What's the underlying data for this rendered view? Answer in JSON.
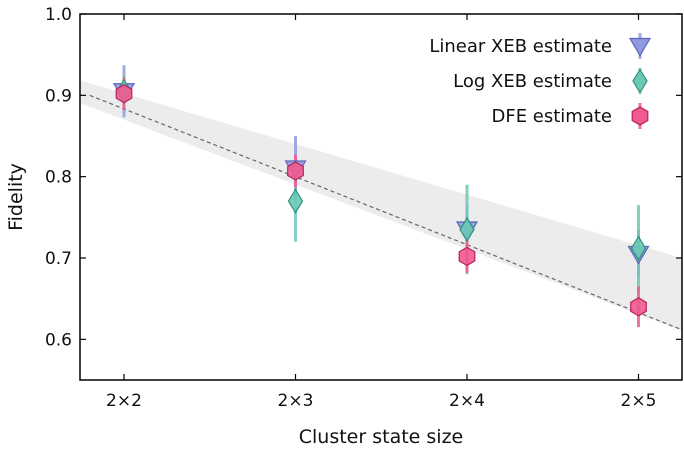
{
  "chart_data": {
    "type": "scatter",
    "xlabel": "Cluster state size",
    "ylabel": "Fidelity",
    "categories": [
      "2×2",
      "2×3",
      "2×4",
      "2×5"
    ],
    "ylim": [
      0.55,
      1.0
    ],
    "yticks": [
      0.6,
      0.7,
      0.8,
      0.9,
      1.0
    ],
    "ytick_labels": [
      "0.6",
      "0.7",
      "0.8",
      "0.9",
      "1.0"
    ],
    "legend_position": "top-right",
    "series": [
      {
        "name": "Linear XEB estimate",
        "marker": "triangle-down",
        "color": "#8e9be0",
        "edge": "#5864b8",
        "values": [
          0.905,
          0.81,
          0.735,
          0.705
        ],
        "err": [
          0.032,
          0.04,
          0.03,
          0.03
        ]
      },
      {
        "name": "Log XEB estimate",
        "marker": "diamond",
        "color": "#6cc9b5",
        "edge": "#2f8f7e",
        "values": [
          0.905,
          0.77,
          0.735,
          0.712
        ],
        "err": [
          0.02,
          0.05,
          0.055,
          0.053
        ]
      },
      {
        "name": "DFE estimate",
        "marker": "hexagon",
        "color": "#f05a90",
        "edge": "#b3245a",
        "values": [
          0.902,
          0.807,
          0.702,
          0.64
        ],
        "err": [
          0.02,
          0.02,
          0.02,
          0.025
        ]
      }
    ],
    "trend": {
      "style": "dashed",
      "color": "#666666",
      "x_range": [
        -0.2,
        3.25
      ],
      "y_range": [
        0.9,
        0.612
      ]
    },
    "band": {
      "color": "#ececec",
      "x_range": [
        -0.25,
        3.25
      ],
      "upper": [
        0.918,
        0.7
      ],
      "lower": [
        0.89,
        0.611
      ]
    }
  }
}
